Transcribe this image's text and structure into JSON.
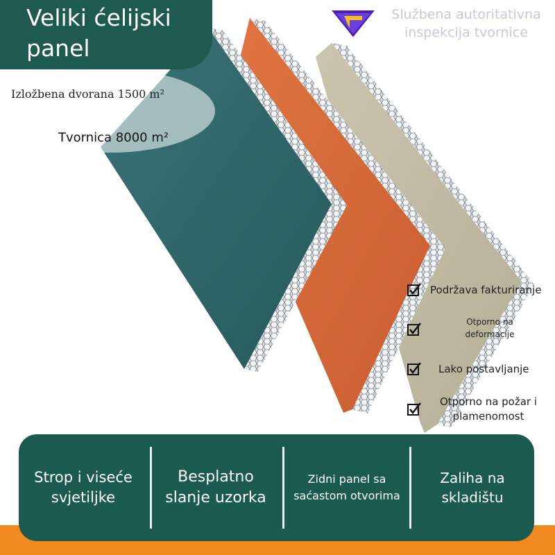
{
  "title": "Veliki ćelijski panel",
  "inspection": "Službena autoritativna inspekcija tvornice",
  "stats": {
    "showroom": "Izložbena dvorana 1500 m²",
    "factory": "Tvornica 8000 m²"
  },
  "features": [
    "Podržava fakturiranje",
    "Otporno na deformacije",
    "Lako postavljanje",
    "Otporno na požar i plamenomost"
  ],
  "bottom_items": [
    "Strop i viseće svjetiljke",
    "Besplatno slanje uzorka",
    "Zidni panel sa saćastom otvorima",
    "Zaliha na skladištu"
  ],
  "colors": {
    "panel_teal": "#2e6466",
    "panel_orange": "#d9693a",
    "panel_beige": "#c3bca6",
    "banner_green": "#1e5a4f",
    "accent_orange": "#f28a22"
  }
}
